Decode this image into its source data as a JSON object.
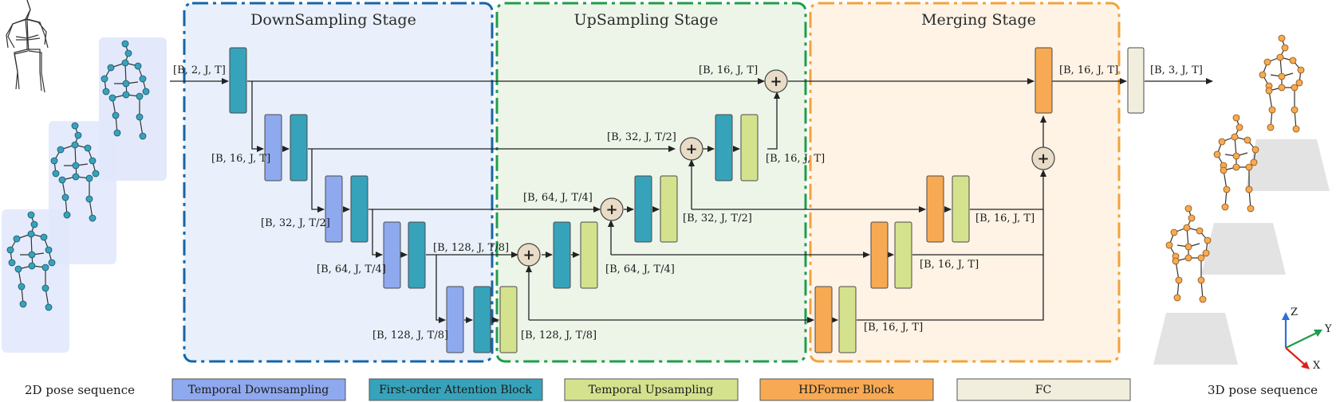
{
  "stages": {
    "down": "DownSampling Stage",
    "up": "UpSampling Stage",
    "merge": "Merging Stage"
  },
  "dims": {
    "d1": "[B, 2, J, T]",
    "d2": "[B, 16, J, T]",
    "d3": "[B, 32, J, T/2]",
    "d4": "[B, 64, J, T/4]",
    "d5": "[B, 128, J, T/8]",
    "d6": "[B, 128, J, T/8]",
    "d7": "[B, 128, J, T/8]",
    "d8": "[B, 64, J, T/4]",
    "d9": "[B, 64, J, T/4]",
    "d10": "[B, 32, J, T/2]",
    "d11": "[B, 32, J, T/2]",
    "d12": "[B, 16, J, T]",
    "d13": "[B, 16, J, T]",
    "d14": "[B, 16, J, T]",
    "d15": "[B, 16, J, T]",
    "d16": "[B, 16, J, T]",
    "d17": "[B, 16, J, T]",
    "d18": "[B, 3, J, T]"
  },
  "legend": {
    "temporal_down": "Temporal Downsampling",
    "first_order": "First-order Attention Block",
    "temporal_up": "Temporal Upsampling",
    "hdformer": "HDFormer Block",
    "fc": "FC"
  },
  "captions": {
    "input": "2D pose sequence",
    "output": "3D pose sequence"
  },
  "axes": {
    "z": "Z",
    "y": "Y",
    "x": "X"
  },
  "colors": {
    "down_blue": "#8fa9ef",
    "attn_teal": "#36a3bb",
    "up_green": "#d4e28e",
    "hdformer_orange": "#f7aa53",
    "fc_cream": "#f1eedd",
    "stage_down": "#1565a8",
    "stage_up": "#1f9d4a",
    "stage_merge": "#f2a33a"
  }
}
